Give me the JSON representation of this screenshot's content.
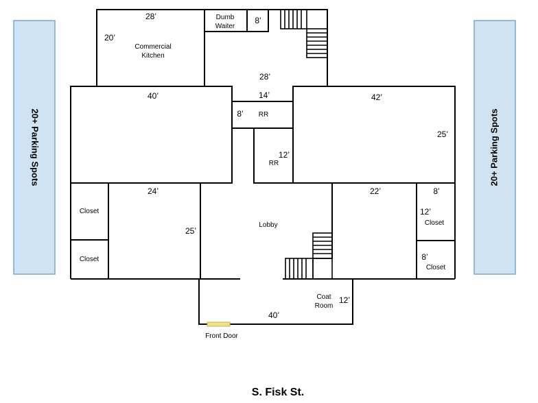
{
  "parking": {
    "left_label": "20+ Parking Spots",
    "right_label": "20+ Parking Spots",
    "fill_color": "#cfe3f3",
    "stroke_color": "#7aa6c9"
  },
  "rooms": {
    "commercial_kitchen_line1": "Commercial",
    "commercial_kitchen_line2": "Kitchen",
    "dumb_waiter_line1": "Dumb",
    "dumb_waiter_line2": "Waiter",
    "restroom_upper": "RR",
    "restroom_lower": "RR",
    "closet_left_top": "Closet",
    "closet_left_bottom": "Closet",
    "closet_right_top": "Closet",
    "closet_right_bottom": "Closet",
    "lobby": "Lobby",
    "coat_room_line1": "Coat",
    "coat_room_line2": "Room"
  },
  "dimensions": {
    "kitchen_width": "28’",
    "kitchen_depth": "20’",
    "dumb_waiter": "8’",
    "upper_hall": "28’",
    "left_room_width": "40’",
    "corridor_width": "14’",
    "rr_upper": "8’",
    "right_room_width": "42’",
    "right_room_depth": "25’",
    "rr_lower": "12’",
    "left_bottom_width": "24’",
    "left_bottom_depth": "25’",
    "right_bottom_width": "22’",
    "closet_right_width": "8’",
    "closet_right_top": "12’",
    "closet_right_bottom": "8’",
    "coat_room": "12’",
    "entry_width": "40’"
  },
  "front_door": {
    "label": "Front Door",
    "color": "#f3e08a"
  },
  "street": "S. Fisk St."
}
